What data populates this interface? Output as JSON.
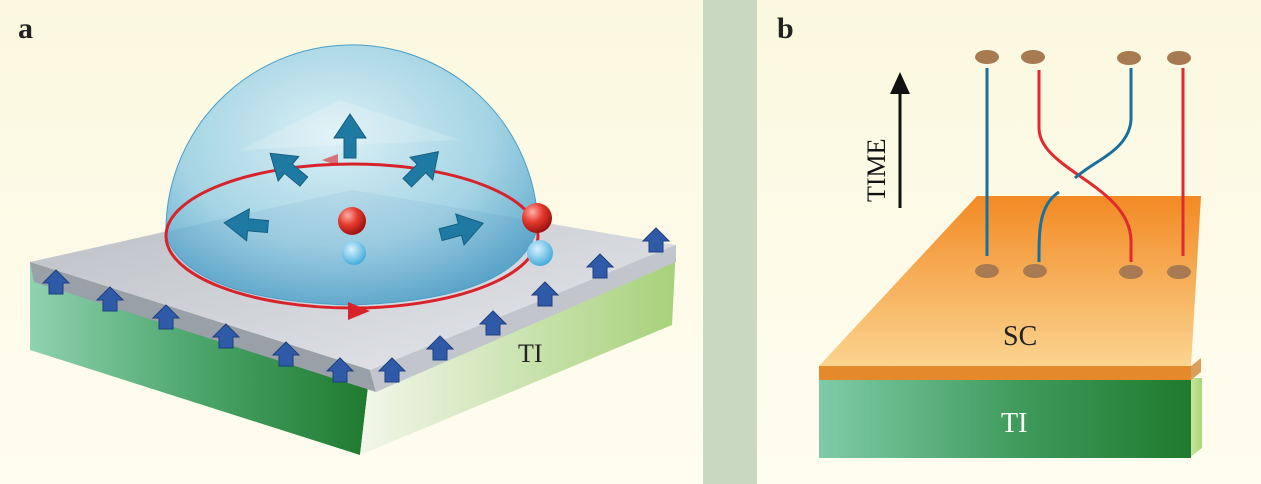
{
  "panels": {
    "a": {
      "label": "a",
      "material_label": "TI"
    },
    "b": {
      "label": "b",
      "time_label": "TIME",
      "superconductor_label": "SC",
      "material_label": "TI"
    }
  },
  "colors": {
    "background_cream": "#fbf7dc",
    "divider": "#c8d8c1",
    "ti_green_light": "#7fcba8",
    "ti_green_dark": "#1f7a2e",
    "surface_grey": "#c9ccd0",
    "spin_arrow_blue": "#2f5aa8",
    "dome_blue": "#7fc3e0",
    "orbit_red": "#d8232a",
    "sc_orange": "#f4a347",
    "world_line_blue": "#1a6f9c",
    "world_line_red": "#e02a2f",
    "vortex_brown": "#a77a52"
  }
}
